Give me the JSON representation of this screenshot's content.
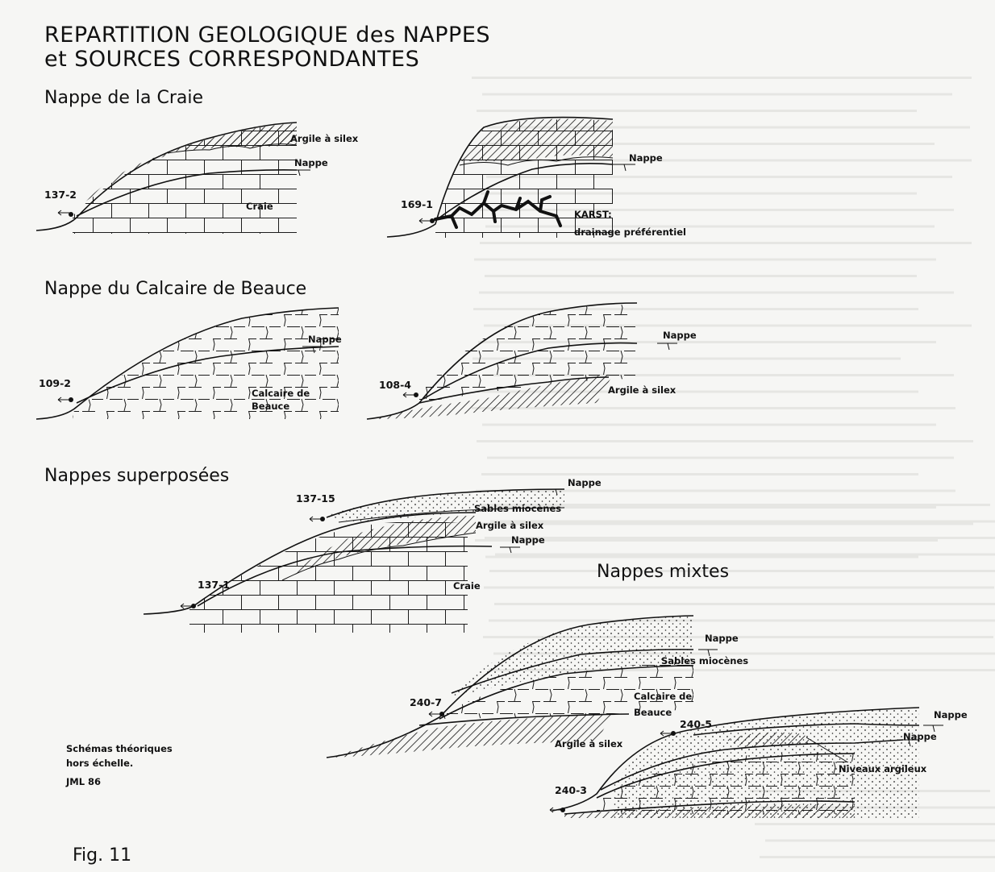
{
  "title": {
    "line1": "REPARTITION GEOLOGIQUE des NAPPES",
    "line2": "et SOURCES CORRESPONDANTES"
  },
  "sections": {
    "craie": "Nappe de la Craie",
    "beauce": "Nappe du Calcaire de Beauce",
    "superposees": "Nappes superposées",
    "mixtes": "Nappes mixtes"
  },
  "labels": {
    "argile_silex": "Argile à silex",
    "nappe": "Nappe",
    "craie": "Craie",
    "karst": "KARST:",
    "drainage": "drainage préférentiel",
    "calcaire_de": "Calcaire de",
    "beauce": "Beauce",
    "sables": "Sables miocènes",
    "niveaux": "Niveaux argileux"
  },
  "sources": {
    "s137_2": "137-2",
    "s169_1": "169-1",
    "s109_2": "109-2",
    "s108_4": "108-4",
    "s137_15": "137-15",
    "s137_1": "137-1",
    "s240_7": "240-7",
    "s240_5": "240-5",
    "s240_3": "240-3"
  },
  "notes": {
    "line1": "Schémas théoriques",
    "line2": "hors échelle.",
    "line3": "JML 86"
  },
  "fig_label": "Fig. 11"
}
